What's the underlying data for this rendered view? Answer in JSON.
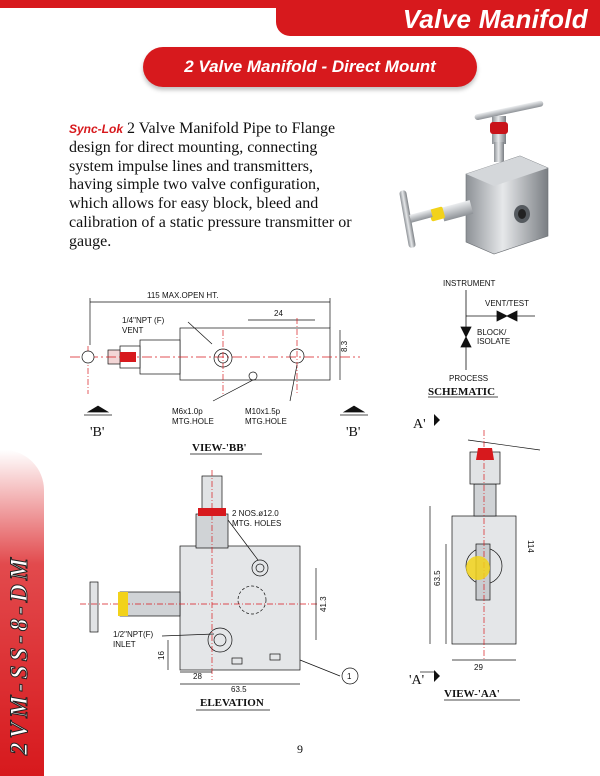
{
  "header": {
    "title": "Valve Manifold"
  },
  "subtitle": "2 Valve Manifold - Direct Mount",
  "description": {
    "brand": "Sync-Lok",
    "text": " 2 Valve Manifold Pipe to Flange design for direct mounting, connecting system impulse lines and transmitters, having simple two valve configuration, which allows for easy block, bleed and calibration of a static pressure transmitter or gauge."
  },
  "side_label": "2VM-SS-8-DM",
  "view_bb": {
    "dim_open_ht": "115 MAX.OPEN HT.",
    "dim_24": "24",
    "dim_83": "8.3",
    "vent_label_1": "1/4\"NPT (F)",
    "vent_label_2": "VENT",
    "m6_label_1": "M6x1.0p",
    "m6_label_2": "MTG.HOLE",
    "m10_label_1": "M10x1.5p",
    "m10_label_2": "MTG.HOLE",
    "section_b_left": "'B'",
    "section_b_right": "'B'",
    "caption": "VIEW-'BB'"
  },
  "schematic": {
    "instrument": "INSTRUMENT",
    "vent_test": "VENT/TEST",
    "block_1": "BLOCK/",
    "block_2": "ISOLATE",
    "process": "PROCESS",
    "caption": "SCHEMATIC"
  },
  "elevation": {
    "holes_1": "2 NOS.ø12.0",
    "holes_2": "MTG. HOLES",
    "inlet_1": "1/2\"NPT(F)",
    "inlet_2": "INLET",
    "dim_413": "41.3",
    "dim_16": "16",
    "dim_28": "28",
    "dim_635": "63.5",
    "balloon": "1",
    "caption": "ELEVATION"
  },
  "view_aa": {
    "section_a_top": "A'",
    "section_a_bottom": "'A'",
    "dim_114": "114",
    "dim_635": "63.5",
    "dim_29": "29",
    "caption": "VIEW-'AA'"
  },
  "page_number": "9"
}
